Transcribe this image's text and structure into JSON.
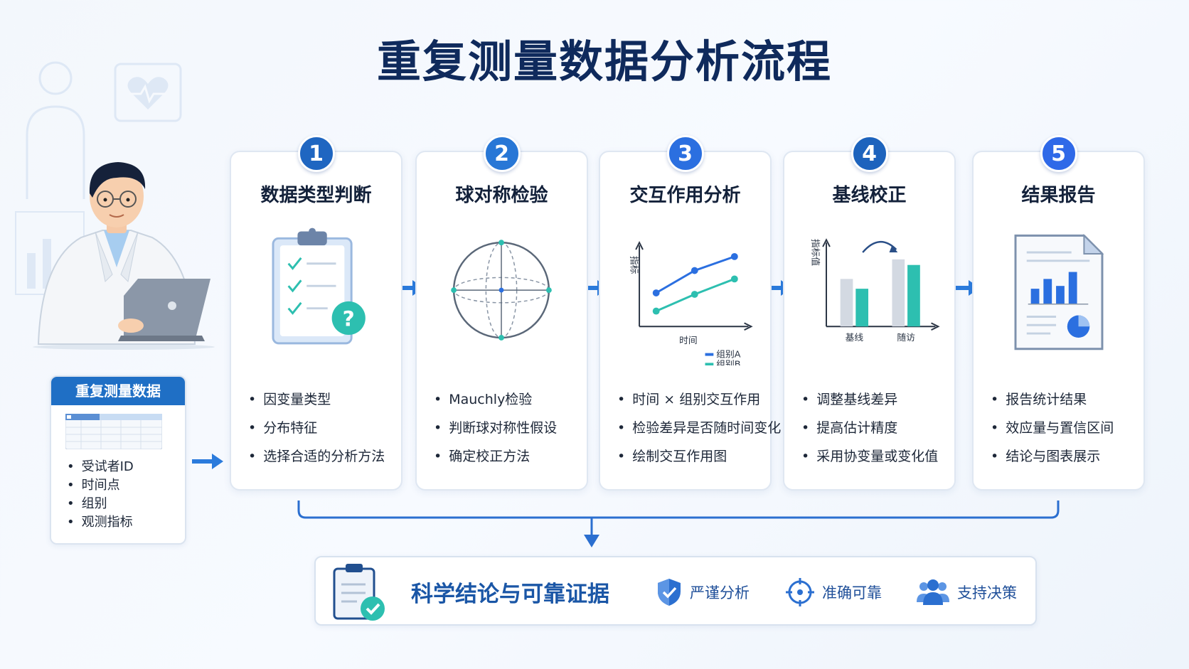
{
  "title": "重复测量数据分析流程",
  "colors": {
    "badge_blue_1": "#1f66c1",
    "badge_blue_2": "#2877d6",
    "badge_blue_3": "#2b6fe0",
    "badge_blue_4": "#1d63bd",
    "badge_blue_5": "#2f69e8",
    "teal": "#2dbfb0",
    "arrow": "#2b7bdc",
    "title": "#0f2a5c"
  },
  "data_panel": {
    "title": "重复测量数据",
    "items": [
      "受试者ID",
      "时间点",
      "组别",
      "观测指标"
    ]
  },
  "steps": [
    {
      "number": "1",
      "title": "数据类型判断",
      "icon": "clipboard-question-icon",
      "bullets": [
        "因变量类型",
        "分布特征",
        "选择合适的分析方法"
      ]
    },
    {
      "number": "2",
      "title": "球对称检验",
      "icon": "sphere-icon",
      "bullets": [
        "Mauchly检验",
        "判断球对称性假设",
        "确定校正方法"
      ]
    },
    {
      "number": "3",
      "title": "交互作用分析",
      "icon": "interaction-line-chart-icon",
      "chart_labels": {
        "y": "指标",
        "x": "时间",
        "legend_a": "组别A",
        "legend_b": "组别B"
      },
      "bullets": [
        "时间 × 组别交互作用",
        "检验差异是否随时间变化",
        "绘制交互作用图"
      ]
    },
    {
      "number": "4",
      "title": "基线校正",
      "icon": "baseline-bar-chart-icon",
      "chart_labels": {
        "y": "指标值",
        "x1": "基线",
        "x2": "随访"
      },
      "bullets": [
        "调整基线差异",
        "提高估计精度",
        "采用协变量或变化值"
      ]
    },
    {
      "number": "5",
      "title": "结果报告",
      "icon": "report-document-icon",
      "bullets": [
        "报告统计结果",
        "效应量与置信区间",
        "结论与图表展示"
      ]
    }
  ],
  "conclusion": {
    "main": "科学结论与可靠证据",
    "features": [
      {
        "label": "严谨分析",
        "icon": "shield-check-icon"
      },
      {
        "label": "准确可靠",
        "icon": "crosshair-target-icon"
      },
      {
        "label": "支持决策",
        "icon": "team-people-icon"
      }
    ]
  }
}
